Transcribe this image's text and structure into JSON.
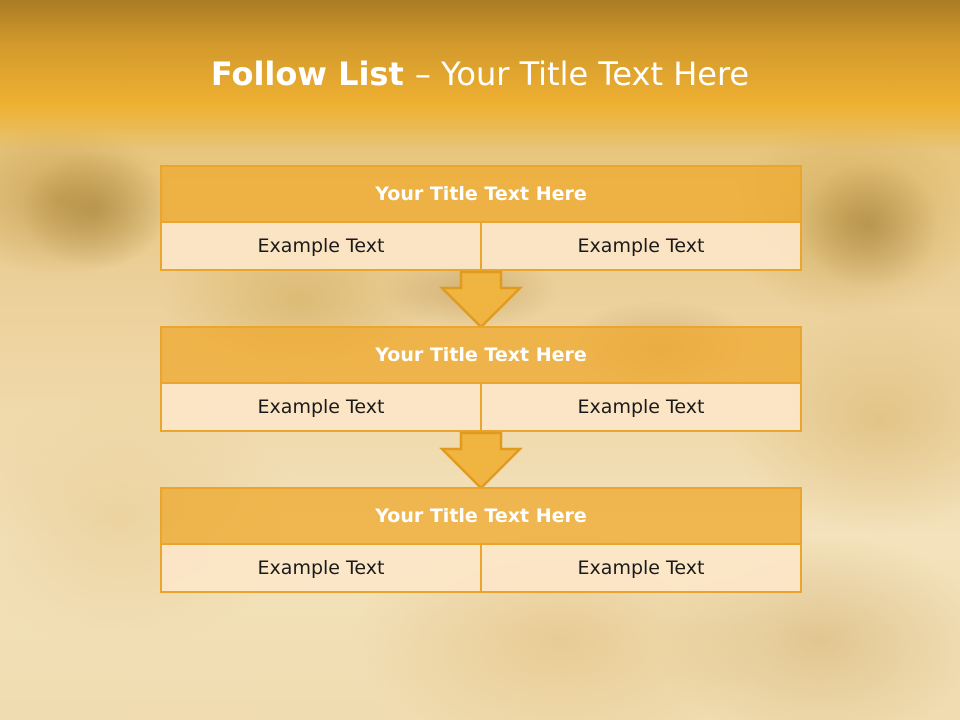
{
  "slide": {
    "title_bold": "Follow List ",
    "title_rest": " – Your Title Text Here"
  },
  "steps": [
    {
      "title": "Your Title Text Here",
      "left": "Example Text",
      "right": "Example Text"
    },
    {
      "title": "Your Title Text Here",
      "left": "Example Text",
      "right": "Example Text"
    },
    {
      "title": "Your Title Text Here",
      "left": "Example Text",
      "right": "Example Text"
    }
  ],
  "colors": {
    "accent": "#e9a52d",
    "header_fill": "#efb132",
    "cell_fill": "#fce6c8",
    "title_text": "#ffffff"
  },
  "icons": [
    "down-arrow-icon"
  ]
}
